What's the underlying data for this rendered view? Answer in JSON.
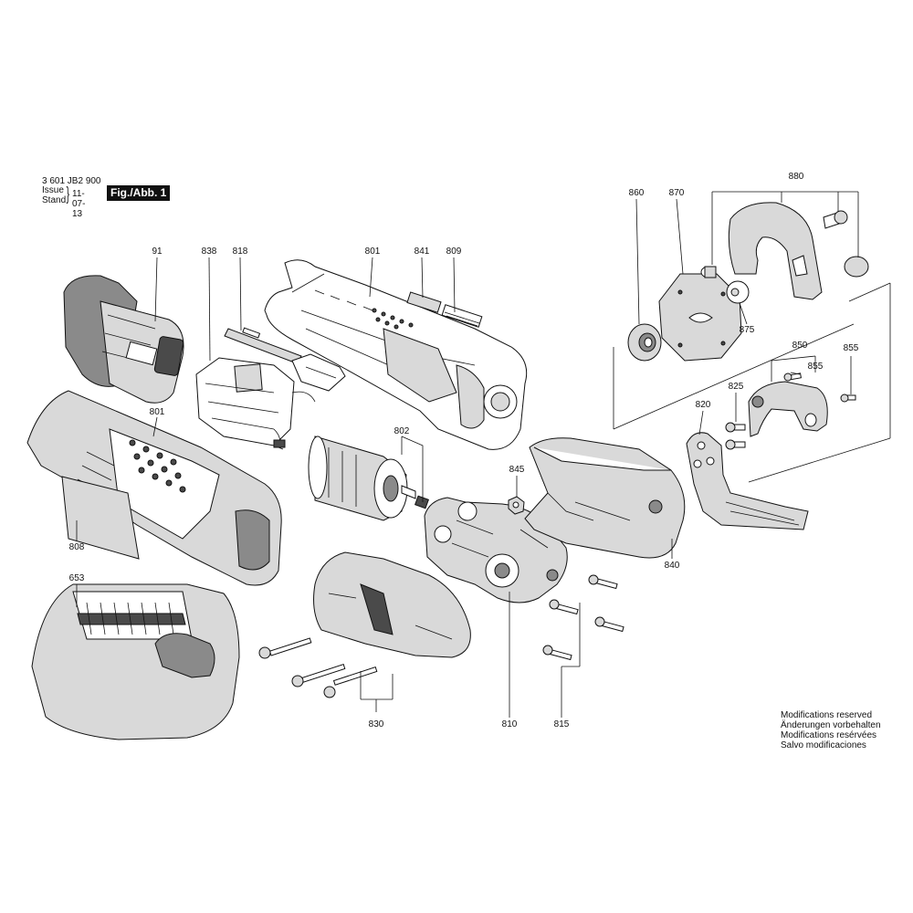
{
  "header": {
    "part_number": "3 601 JB2 900",
    "issue_label": "Issue",
    "stand_label": "Stand",
    "date": "11-07-13",
    "figure_label": "Fig./Abb. 1"
  },
  "callouts": {
    "c91": "91",
    "c838": "838",
    "c818": "818",
    "c801a": "801",
    "c841": "841",
    "c809": "809",
    "c801b": "801",
    "c808": "808",
    "c802": "802",
    "c653": "653",
    "c845": "845",
    "c840": "840",
    "c830": "830",
    "c810": "810",
    "c815": "815",
    "c860": "860",
    "c870": "870",
    "c880": "880",
    "c875": "875",
    "c850": "850",
    "c855a": "855",
    "c855b": "855",
    "c825": "825",
    "c820": "820"
  },
  "notes": {
    "line1": "Modifications reserved",
    "line2": "Änderungen vorbehalten",
    "line3": "Modifications resérvées",
    "line4": "Salvo modificaciones"
  }
}
